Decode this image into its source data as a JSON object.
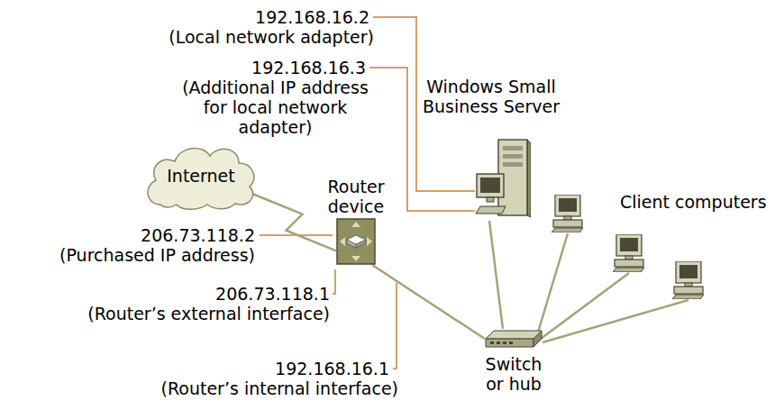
{
  "diagram": {
    "nodes": [
      {
        "text": [
          "Internet"
        ]
      },
      {
        "text": [
          "Router device"
        ]
      },
      {
        "text": [
          "Windows Small Business Server"
        ]
      },
      {
        "text": [
          "Switch or hub"
        ]
      }
    ],
    "edges": [
      {
        "from": 0,
        "to": 1,
        "arrow": "none"
      },
      {
        "from": 1,
        "to": 3,
        "arrow": "none"
      },
      {
        "from": 2,
        "to": 3,
        "arrow": "none"
      }
    ],
    "labels": [
      "192.168.16.2",
      "(Local network adapter)",
      "192.168.16.3",
      "(Additional IP address for local network adapter)",
      "Client computers",
      "206.73.118.2",
      "(Purchased IP address)",
      "206.73.118.1",
      "(Router’s external interface)",
      "192.168.16.1",
      "(Router’s internal interface)"
    ]
  }
}
